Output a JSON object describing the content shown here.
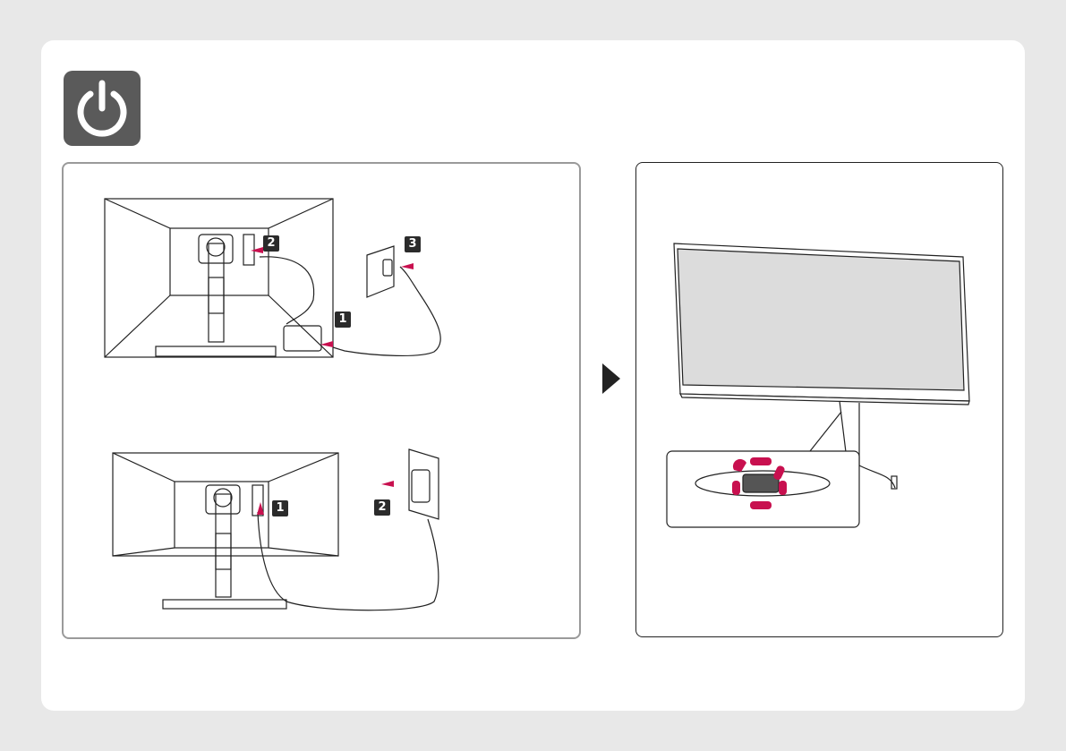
{
  "icons": {
    "power": "power-icon",
    "next": "play-arrow-icon"
  },
  "colors": {
    "background": "#e8e8e8",
    "card": "#ffffff",
    "badge": "#5a5a5a",
    "accent": "#c8104f",
    "line": "#222222"
  },
  "left_panel": {
    "top_diagram": {
      "steps": [
        "2",
        "3",
        "1"
      ]
    },
    "bottom_diagram": {
      "steps": [
        "1",
        "2"
      ]
    }
  },
  "right_panel": {
    "highlight": "power-button-under-monitor"
  }
}
